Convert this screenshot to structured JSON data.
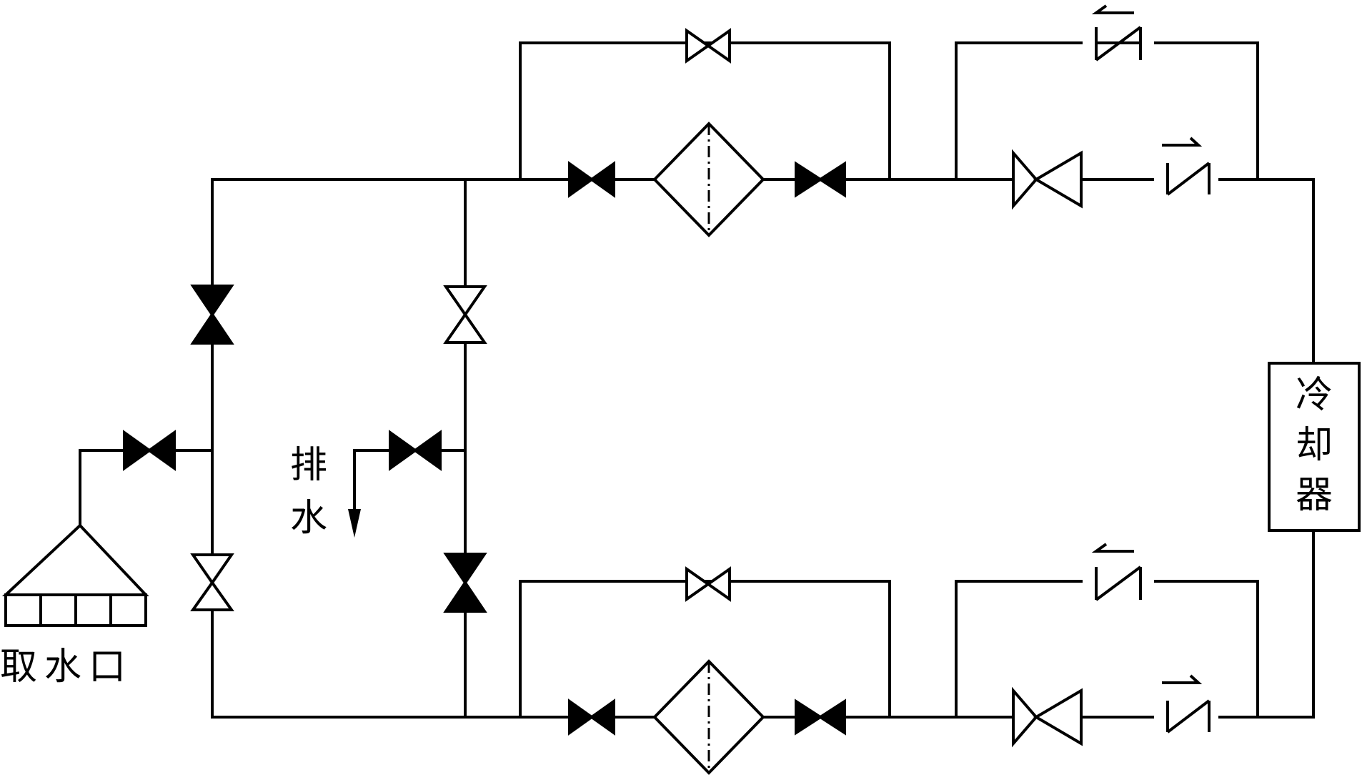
{
  "labels": {
    "intake": "取水口",
    "drain_line1": "排",
    "drain_line2": "水",
    "cooler_line1": "冷",
    "cooler_line2": "却",
    "cooler_line3": "器"
  }
}
